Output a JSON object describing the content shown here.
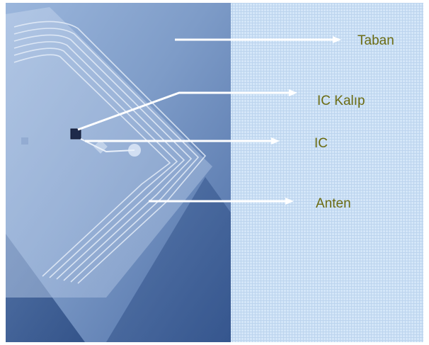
{
  "labels": {
    "substrate": "Taban",
    "ic_die": "IC Kalıp",
    "ic": "IC",
    "antenna": "Anten"
  },
  "colors": {
    "label_text": "#6b6b12",
    "arrow": "#ffffff",
    "photo_base": "#7e9cc8",
    "photo_dark": "#2f4f86",
    "grid_panel": "#cfe3f7",
    "grid_line": "#b9d2ee",
    "chip": "#1e2a4a"
  },
  "icons": {
    "arrow": "right-arrow-icon",
    "chip": "microchip-icon"
  }
}
